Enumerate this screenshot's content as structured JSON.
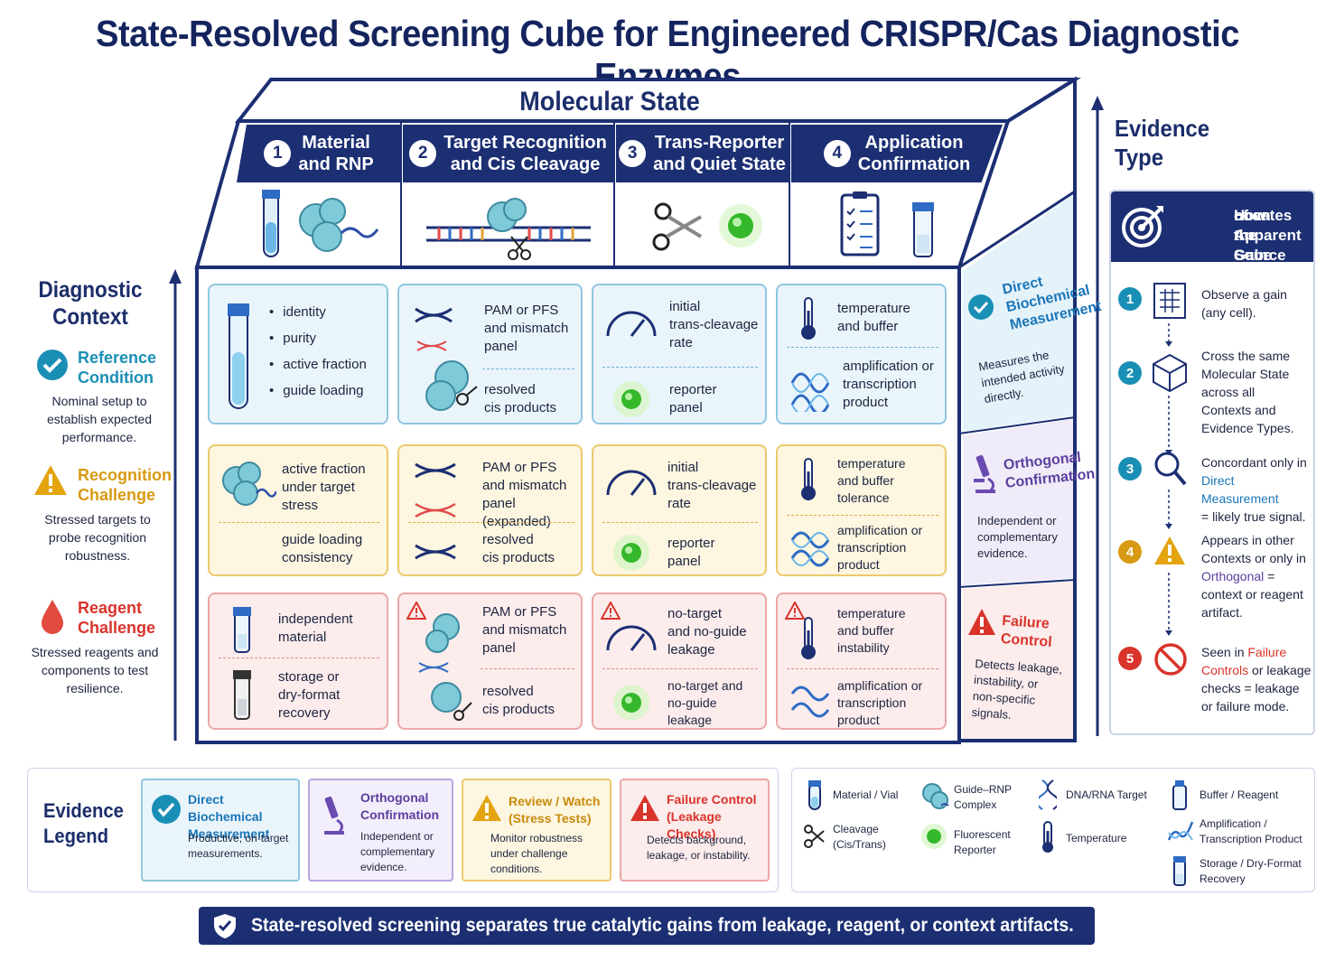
{
  "title": "State-Resolved Screening Cube for Engineered CRISPR/Cas Diagnostic Enzymes",
  "molecular_state": {
    "label": "Molecular State",
    "columns": [
      {
        "num": "1",
        "line1": "Material",
        "line2": "and RNP"
      },
      {
        "num": "2",
        "line1": "Target Recognition",
        "line2": "and Cis Cleavage"
      },
      {
        "num": "3",
        "line1": "Trans-Reporter",
        "line2": "and Quiet State"
      },
      {
        "num": "4",
        "line1": "Application",
        "line2": "Confirmation"
      }
    ]
  },
  "diagnostic_context": {
    "title_line1": "Diagnostic",
    "title_line2": "Context",
    "rows": [
      {
        "name_line1": "Reference",
        "name_line2": "Condition",
        "desc": [
          "Nominal setup to",
          "establish expected",
          "performance."
        ],
        "color": "#1a8fb5"
      },
      {
        "name_line1": "Recognition",
        "name_line2": "Challenge",
        "desc": [
          "Stressed targets to",
          "probe recognition",
          "robustness."
        ],
        "color": "#d89a12"
      },
      {
        "name_line1": "Reagent",
        "name_line2": "Challenge",
        "desc": [
          "Stressed reagents and",
          "components to test",
          "resilience."
        ],
        "color": "#d9342b"
      }
    ]
  },
  "grid": {
    "r1": {
      "c1": [
        "identity",
        "purity",
        "active fraction",
        "guide loading"
      ],
      "c2": {
        "top": [
          "PAM or PFS",
          "and mismatch",
          "panel"
        ],
        "bottom": [
          "resolved",
          "cis products"
        ]
      },
      "c3": {
        "top": [
          "initial",
          "trans-cleavage",
          "rate"
        ],
        "bottom": [
          "reporter",
          "panel"
        ]
      },
      "c4": {
        "top": [
          "temperature",
          "and buffer"
        ],
        "bottom": [
          "amplification or",
          "transcription",
          "product"
        ]
      }
    },
    "r2": {
      "c1": {
        "top": [
          "active fraction",
          "under target",
          "stress"
        ],
        "bottom": [
          "guide loading",
          "consistency"
        ]
      },
      "c2": {
        "top": [
          "PAM or PFS",
          "and mismatch",
          "panel (expanded)"
        ],
        "bottom": [
          "resolved",
          "cis products"
        ]
      },
      "c3": {
        "top": [
          "initial",
          "trans-cleavage",
          "rate"
        ],
        "bottom": [
          "reporter",
          "panel"
        ]
      },
      "c4": {
        "top": [
          "temperature",
          "and buffer",
          "tolerance"
        ],
        "bottom": [
          "amplification or",
          "transcription",
          "product"
        ]
      }
    },
    "r3": {
      "c1": {
        "top": [
          "independent",
          "material"
        ],
        "bottom": [
          "storage or",
          "dry-format",
          "recovery"
        ]
      },
      "c2": {
        "top": [
          "PAM or PFS",
          "and mismatch",
          "panel"
        ],
        "bottom": [
          "resolved",
          "cis products"
        ]
      },
      "c3": {
        "top": [
          "no-target",
          "and no-guide",
          "leakage"
        ],
        "bottom": [
          "no-target and",
          "no-guide",
          "leakage"
        ]
      },
      "c4": {
        "top": [
          "temperature",
          "and buffer",
          "instability"
        ],
        "bottom": [
          "amplification or",
          "transcription",
          "product"
        ]
      }
    }
  },
  "side_faces": [
    {
      "name": [
        "Direct",
        "Biochemical",
        "Measurement"
      ],
      "desc": [
        "Measures the",
        "intended activity",
        "directly."
      ],
      "color": "#1a76b8"
    },
    {
      "name": [
        "Orthogonal",
        "Confirmation"
      ],
      "desc": [
        "Independent or",
        "complementary",
        "evidence."
      ],
      "color": "#5c3e9e"
    },
    {
      "name": [
        "Failure",
        "Control"
      ],
      "desc": [
        "Detects leakage,",
        "instability, or",
        "non-specific",
        "signals."
      ],
      "color": "#d9342b"
    }
  ],
  "evidence_type": {
    "line1": "Evidence",
    "line2": "Type"
  },
  "how_panel": {
    "title": [
      "How the Cube",
      "Locates the Source",
      "of an Apparent Gain"
    ],
    "steps": [
      {
        "num": "1",
        "color": "#1a8fb5",
        "text": [
          "Observe a gain",
          "(any cell)."
        ]
      },
      {
        "num": "2",
        "color": "#1a8fb5",
        "text": [
          "Cross the same",
          "Molecular State",
          "across all",
          "Contexts and",
          "Evidence Types."
        ]
      },
      {
        "num": "3",
        "color": "#1a8fb5",
        "text_a": [
          "Concordant only in"
        ],
        "hl": "Direct Measurement",
        "text_b": [
          "= likely true signal."
        ]
      },
      {
        "num": "4",
        "color": "#d89a12",
        "text_a": [
          "Appears in other",
          "Contexts or only in"
        ],
        "hl": "Orthogonal",
        "text_b": [
          "=",
          "context or reagent",
          "artifact."
        ]
      },
      {
        "num": "5",
        "color": "#d9342b",
        "text_a": [
          "Seen in"
        ],
        "hl": "Failure",
        "hl2": "Controls",
        "text_b": [
          "or leakage",
          "checks = leakage",
          "or failure mode."
        ]
      }
    ]
  },
  "legend": {
    "title_line1": "Evidence",
    "title_line2": "Legend",
    "cards": [
      {
        "name": [
          "Direct Biochemical",
          "Measurement"
        ],
        "desc": [
          "Productive, on-target",
          "measurements."
        ],
        "color": "#1a76b8",
        "border": "#8fc7e0",
        "bg": "#eaf5fb"
      },
      {
        "name": [
          "Orthogonal",
          "Confirmation"
        ],
        "desc": [
          "Independent or",
          "complementary",
          "evidence."
        ],
        "color": "#5c3e9e",
        "border": "#b9a6dc",
        "bg": "#f3eefb"
      },
      {
        "name": [
          "Review / Watch",
          "(Stress Tests)"
        ],
        "desc": [
          "Monitor robustness",
          "under challenge",
          "conditions."
        ],
        "color": "#c98a0c",
        "border": "#ecc96d",
        "bg": "#fdf6e0"
      },
      {
        "name": [
          "Failure Control",
          "(Leakage Checks)"
        ],
        "desc": [
          "Detects background,",
          "leakage, or instability."
        ],
        "color": "#d9342b",
        "border": "#eca7a7",
        "bg": "#fcecec"
      }
    ]
  },
  "icon_key": [
    {
      "label": [
        "Material / Vial"
      ],
      "icon": "vial-icon"
    },
    {
      "label": [
        "Guide–RNP",
        "Complex"
      ],
      "icon": "rnp-complex-icon"
    },
    {
      "label": [
        "DNA/RNA Target"
      ],
      "icon": "dna-icon"
    },
    {
      "label": [
        "Buffer / Reagent"
      ],
      "icon": "buffer-bottle-icon"
    },
    {
      "label": [
        "Cleavage",
        "(Cis/Trans)"
      ],
      "icon": "scissors-icon"
    },
    {
      "label": [
        "Fluorescent",
        "Reporter"
      ],
      "icon": "fluorescent-reporter-icon"
    },
    {
      "label": [
        "Temperature"
      ],
      "icon": "thermometer-icon"
    },
    {
      "label": [
        "Amplification /",
        "Transcription Product"
      ],
      "icon": "amplification-icon"
    },
    {
      "label": [
        "Storage / Dry-Format",
        "Recovery"
      ],
      "icon": "storage-vial-icon"
    }
  ],
  "banner": "State-resolved screening separates true catalytic gains from leakage, reagent, or context artifacts."
}
